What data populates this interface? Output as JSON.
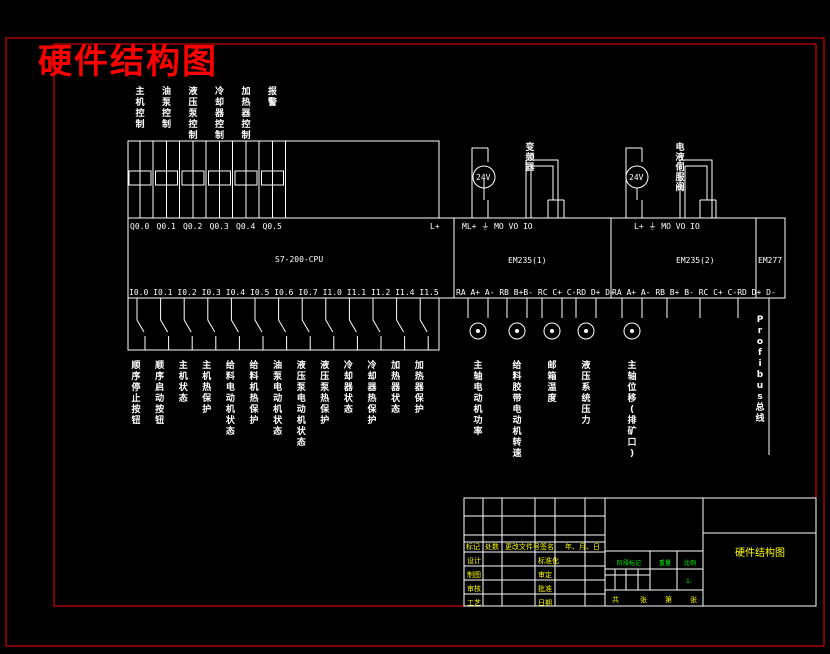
{
  "title": "硬件结构图",
  "outputs": [
    "主机控制",
    "油泵控制",
    "液压泵控制",
    "冷却器控制",
    "加热器控制",
    "报警"
  ],
  "output_addrs": [
    "Q0.0",
    "Q0.1",
    "Q0.2",
    "Q0.3",
    "Q0.4",
    "Q0.5"
  ],
  "lplus": "L+",
  "cpu_label": "S7-200-CPU",
  "input_addrs": [
    "I0.0",
    "I0.1",
    "I0.2",
    "I0.3",
    "I0.4",
    "I0.5",
    "I0.6",
    "I0.7",
    "I1.0",
    "I1.1",
    "I1.2",
    "I1.4",
    "I1.5"
  ],
  "inputs": [
    "顺序停止按钮",
    "顺序启动按钮",
    "主机状态",
    "主机热保护",
    "给料电动机状态",
    "给料机热保护",
    "油泵电动机状态",
    "液压泵电动机状态",
    "液压泵热保护",
    "冷却器状态",
    "冷却器热保护",
    "加热器状态",
    "加热器保护"
  ],
  "em1": {
    "label": "EM235(1)",
    "top_terms": "ML+  ⏚           MO  VO  IO",
    "bottom_terms": "RA A+ A- RB B+B- RC C+ C-RD D+ D-",
    "power": "24V",
    "out_note": "变频器",
    "analog_inputs": [
      "主轴电动机功率",
      "给料胶带电动机转速",
      "邮箱温度",
      "液压系统压力"
    ]
  },
  "em2": {
    "label": "EM235(2)",
    "top_terms": "L+  ⏚          MO  VO  IO",
    "bottom_terms": "RA A+ A- RB B+ B- RC C+ C-RD D+ D-",
    "power": "24V",
    "out_note": "电液伺服阀",
    "analog_inputs": [
      "主轴位移(排矿口)"
    ]
  },
  "em3": {
    "label": "EM277",
    "bus": "Profibus总线"
  },
  "title_block": {
    "drawing_name": "硬件结构图",
    "rows_left": [
      "标记",
      "处数",
      "更改文件号",
      "签名",
      "年、月、日"
    ],
    "col_design": [
      "设计",
      "制图",
      "审核",
      "工艺"
    ],
    "col_std": [
      "标准化",
      "审定",
      "批准",
      "日期"
    ],
    "stage": "阶段标记",
    "weight": "重量",
    "scale": "比例",
    "scale_val": "1:",
    "sheets": [
      "共",
      "张",
      "第",
      "张"
    ]
  },
  "colors": {
    "frame": "#ff0000",
    "line": "#ffffff",
    "title_text": "#ff0000",
    "table_text": "#ffff00",
    "table_label": "#00ff00"
  }
}
